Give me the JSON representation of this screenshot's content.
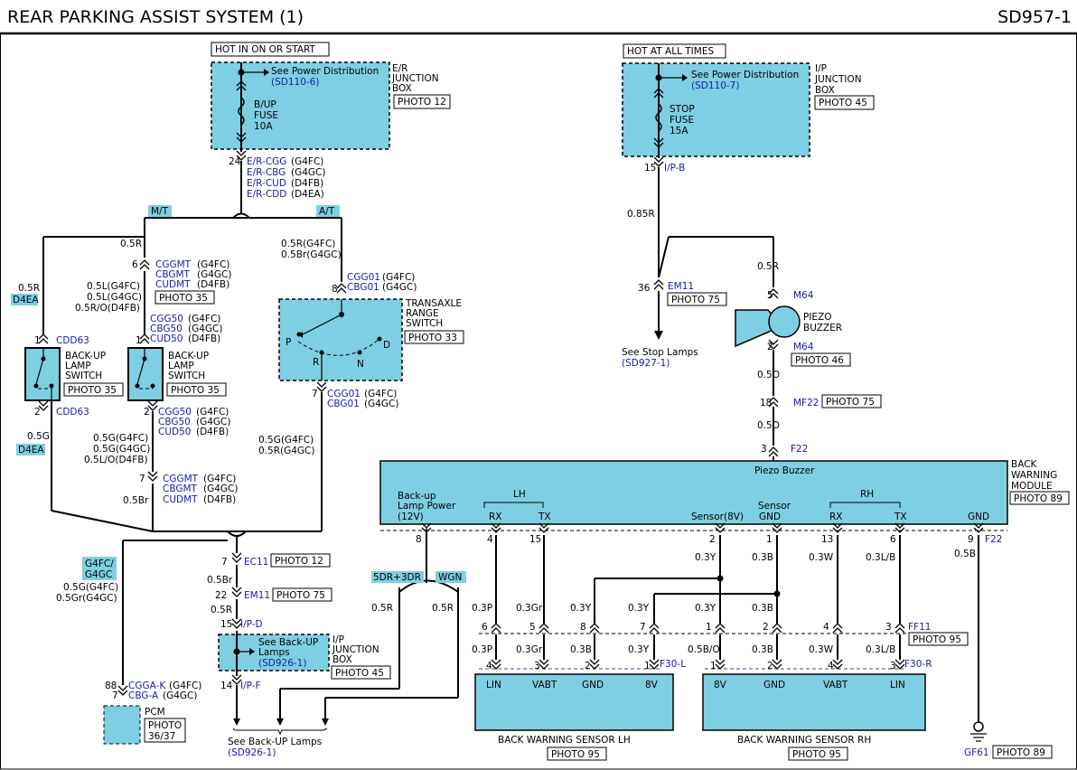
{
  "header": {
    "title": "REAR PARKING ASSIST SYSTEM (1)",
    "code": "SD957-1"
  },
  "colors": {
    "component_fill": "#7ecfe3",
    "link_text": "#1a1aa8"
  },
  "left_fuse": {
    "hot_label": "HOT IN ON OR START",
    "power_ref_label": "See Power Distribution",
    "power_ref": "(SD110-6)",
    "fuse": [
      "B/UP",
      "FUSE",
      "10A"
    ],
    "junction": [
      "E/R",
      "JUNCTION",
      "BOX"
    ],
    "photo": "PHOTO 12",
    "pin": "24",
    "connectors": [
      "E/R-CGG",
      "E/R-CBG",
      "E/R-CUD",
      "E/R-CDD"
    ],
    "variants": [
      "(G4FC)",
      "(G4GC)",
      "(D4FB)",
      "(D4EA)"
    ]
  },
  "right_fuse": {
    "hot_label": "HOT AT ALL TIMES",
    "power_ref_label": "See Power Distribution",
    "power_ref": "(SD110-7)",
    "fuse": [
      "STOP",
      "FUSE",
      "15A"
    ],
    "junction": [
      "I/P",
      "JUNCTION",
      "BOX"
    ],
    "photo": "PHOTO 45",
    "pin": "15",
    "connector": "I/P-B",
    "wire": "0.85R"
  },
  "transmission_tags": {
    "mt": "M/T",
    "at": "A/T",
    "d4ea_a": "D4EA",
    "d4ea_b": "D4EA",
    "g4fc_g4gc": [
      "G4FC/",
      "G4GC"
    ]
  },
  "wires": {
    "w05r_left": "0.5R",
    "w05r_d4ea": "0.5R",
    "mt_branch_wires": [
      "0.5L(G4FC)",
      "0.5L(G4GC)",
      "0.5R/O(D4FB)"
    ],
    "at_branch_wires": [
      "0.5R(G4FC)",
      "0.5Br(G4GC)"
    ],
    "after_switch_mt": [
      "0.5G(G4FC)",
      "0.5G(G4GC)",
      "0.5L/O(D4FB)"
    ],
    "after_switch_d4ea": "0.5G",
    "after_range": [
      "0.5G(G4FC)",
      "0.5R(G4GC)"
    ],
    "w05br": "0.5Br",
    "w05br2": "0.5Br",
    "w05r2": "0.5R",
    "pcm_wires": [
      "0.5G(G4FC)",
      "0.5Gr(G4GC)"
    ],
    "to_lamps_5dr": "0.5R",
    "to_lamps_wgn": "0.5R",
    "buzzer_top": "0.5R",
    "buzzer_mid": "0.5O",
    "buzzer_bot": "0.5O",
    "gnd_wire": "0.5B"
  },
  "connectors": {
    "cgg_top": {
      "pin": "6",
      "names": [
        "CGGMT",
        "CBGMT",
        "CUDMT"
      ],
      "vars": [
        "(G4FC)",
        "(G4GC)",
        "(D4FB)"
      ],
      "photo": "PHOTO 35"
    },
    "cgg50_top": {
      "pin": "1",
      "names": [
        "CGG50",
        "CBG50",
        "CUD50"
      ],
      "vars": [
        "(G4FC)",
        "(G4GC)",
        "(D4FB)"
      ]
    },
    "cgg50_bot": {
      "pin": "2",
      "names": [
        "CGG50",
        "CBG50",
        "CUD50"
      ],
      "vars": [
        "(G4FC)",
        "(G4GC)",
        "(D4FB)"
      ]
    },
    "cggmt_bot": {
      "pin": "7",
      "names": [
        "CGGMT",
        "CBGMT",
        "CUDMT"
      ],
      "vars": [
        "(G4FC)",
        "(G4GC)",
        "(D4FB)"
      ]
    },
    "cdd63_top": {
      "pin": "1",
      "name": "CDD63"
    },
    "cdd63_bot": {
      "pin": "2",
      "name": "CDD63"
    },
    "cg01_top": {
      "pin": "8",
      "names": [
        "CGG01",
        "CBG01"
      ],
      "vars": [
        "(G4FC)",
        "(G4GC)"
      ]
    },
    "cg01_bot": {
      "pin": "7",
      "names": [
        "CGG01",
        "CBG01"
      ],
      "vars": [
        "(G4FC)",
        "(G4GC)"
      ]
    },
    "ec11": {
      "pin": "7",
      "name": "EC11",
      "photo": "PHOTO 12"
    },
    "em11_left": {
      "pin": "22",
      "name": "EM11",
      "photo": "PHOTO 75"
    },
    "ipd": {
      "pin": "15",
      "name": "I/P-D"
    },
    "ipf": {
      "pin": "14",
      "name": "I/P-F"
    },
    "pcm_conn": {
      "pins": [
        "88",
        "7"
      ],
      "names": [
        "CGGA-K",
        "CBG-A"
      ],
      "vars": [
        "(G4FC)",
        "(G4GC)"
      ]
    },
    "em11_right": {
      "pin": "36",
      "name": "EM11",
      "photo": "PHOTO 75"
    },
    "m64_top": {
      "pin": "5",
      "name": "M64"
    },
    "m64_bot": {
      "pin": "2",
      "name": "M64",
      "photo": "PHOTO 46"
    },
    "mf22": {
      "pin": "18",
      "name": "MF22",
      "photo": "PHOTO 75"
    },
    "f22_top": {
      "pin": "3",
      "name": "F22"
    },
    "f22_bot": {
      "pin": "9",
      "name": "F22"
    },
    "ff11": {
      "name": "FF11",
      "photo": "PHOTO 95"
    },
    "f30l": {
      "name": "F30-L"
    },
    "f30r": {
      "name": "F30-R"
    }
  },
  "switches": {
    "left": {
      "name": [
        "BACK-UP",
        "LAMP",
        "SWITCH"
      ],
      "photo": "PHOTO 35"
    },
    "mid": {
      "name": [
        "BACK-UP",
        "LAMP",
        "SWITCH"
      ],
      "photo": "PHOTO 35"
    },
    "range": {
      "name": [
        "TRANSAXLE",
        "RANGE",
        "SWITCH"
      ],
      "photo": "PHOTO 33",
      "positions": [
        "P",
        "R",
        "N",
        "D"
      ]
    }
  },
  "ip_box_left": {
    "ref_label": [
      "See Back-UP",
      "Lamps"
    ],
    "ref": "(SD926-1)",
    "name": [
      "I/P",
      "JUNCTION",
      "BOX"
    ],
    "photo": "PHOTO 45"
  },
  "pcm": {
    "name": "PCM",
    "photo": [
      "PHOTO",
      "36/37"
    ]
  },
  "lamps_ref": {
    "label": "See Back-UP Lamps",
    "ref": "(SD926-1)",
    "tag_5dr": "5DR+3DR",
    "tag_wgn": "WGN"
  },
  "stop_ref": {
    "label": "See Stop Lamps",
    "ref": "(SD927-1)"
  },
  "buzzer": {
    "name": [
      "PIEZO",
      "BUZZER"
    ]
  },
  "module": {
    "title": "Piezo Buzzer",
    "name": [
      "BACK",
      "WARNING",
      "MODULE"
    ],
    "photo": "PHOTO 89",
    "backup_label": [
      "Back-up",
      "Lamp Power",
      "(12V)"
    ],
    "lh": "LH",
    "rh": "RH",
    "pins": [
      {
        "label": "RX",
        "num": "4"
      },
      {
        "label": "TX",
        "num": "15"
      },
      {
        "label": "Sensor(8V)",
        "num": "2"
      },
      {
        "label": "Sensor",
        "label2": "GND",
        "num": "1"
      },
      {
        "label": "RX",
        "num": "13"
      },
      {
        "label": "TX",
        "num": "6"
      },
      {
        "label": "GND",
        "num": "9"
      }
    ],
    "backup_pin": "8"
  },
  "harness": {
    "upper_wires": [
      "0.3P",
      "0.3Gr",
      "0.3Y",
      "0.3Y",
      "0.3Y",
      "0.3B",
      "0.3W",
      "0.3L/B",
      "0.3Y",
      "0.3B"
    ],
    "mid_pins": [
      "6",
      "5",
      "8",
      "7",
      "1",
      "2",
      "4",
      "3"
    ],
    "lower_wires": [
      "0.3P",
      "0.3Gr",
      "0.3B",
      "0.3Y",
      "0.5B/O",
      "0.3B",
      "0.3W",
      "0.3L/B"
    ],
    "lh_pins": [
      "4",
      "3",
      "2",
      "1"
    ],
    "rh_pins": [
      "1",
      "2",
      "4",
      "3"
    ]
  },
  "sensor_lh": {
    "pins": [
      "LIN",
      "VABT",
      "GND",
      "8V"
    ],
    "name": "BACK WARNING SENSOR LH",
    "photo": "PHOTO 95"
  },
  "sensor_rh": {
    "pins": [
      "8V",
      "GND",
      "VABT",
      "LIN"
    ],
    "name": "BACK WARNING SENSOR RH",
    "photo": "PHOTO 95"
  },
  "ground": {
    "name": "GF61",
    "photo": "PHOTO 89"
  }
}
